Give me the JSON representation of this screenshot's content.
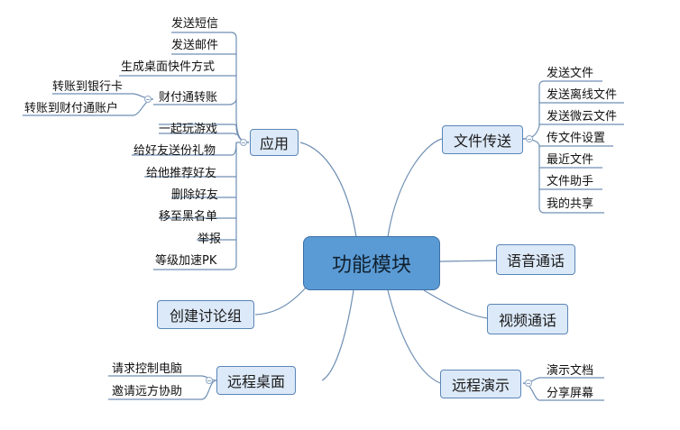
{
  "center": "功能模块",
  "app": {
    "label": "应用",
    "items": [
      "发送短信",
      "发送邮件",
      "生成桌面快件方式",
      "财付通转账",
      "一起玩游戏",
      "给好友送份礼物",
      "给他推荐好友",
      "删除好友",
      "移至黑名单",
      "举报",
      "等级加速PK"
    ],
    "transfer_children": [
      "转账到银行卡",
      "转账到财付通账户"
    ]
  },
  "group": {
    "label": "创建讨论组"
  },
  "remote_desktop": {
    "label": "远程桌面",
    "items": [
      "请求控制电脑",
      "邀请远方协助"
    ]
  },
  "file": {
    "label": "文件传送",
    "items": [
      "发送文件",
      "发送离线文件",
      "发送微云文件",
      "传文件设置",
      "最近文件",
      "文件助手",
      "我的共享"
    ]
  },
  "voice": {
    "label": "语音通话"
  },
  "video": {
    "label": "视频通话"
  },
  "demo": {
    "label": "远程演示",
    "items": [
      "演示文档",
      "分享屏幕"
    ]
  },
  "colors": {
    "line": "#6f8fb3",
    "central_fill": "#5b9bd5",
    "node_fill": "#dce9f8",
    "node_border": "#5a86b8"
  }
}
